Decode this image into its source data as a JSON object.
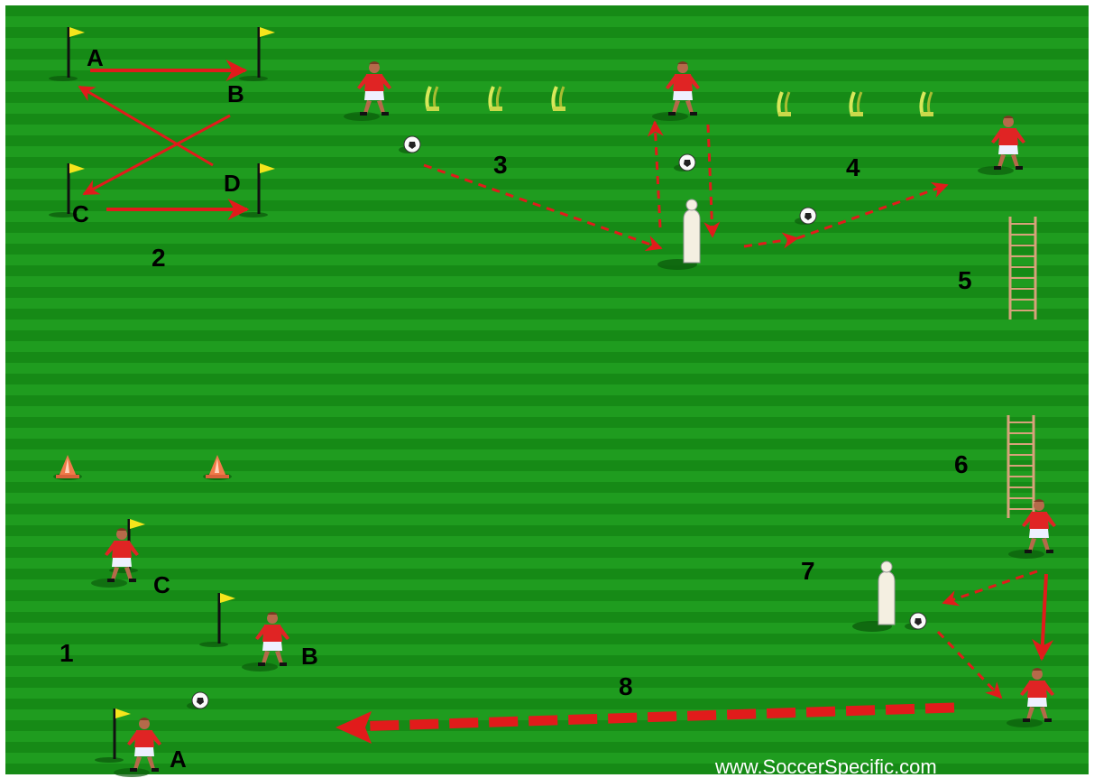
{
  "colors": {
    "grass_light": "#1f9c1f",
    "grass_dark": "#168a16",
    "arrow": "#e11b1b",
    "jersey": "#e02424",
    "shorts": "#eef0ff",
    "flag": "#f5e51c",
    "cone": "#f07a4a",
    "ladder": "#d7a27a",
    "mannequin": "#f4efe1",
    "pole": "#d8e85a"
  },
  "icons": [
    "player-icon",
    "flag-icon",
    "cone-icon",
    "ball-icon",
    "mannequin-icon",
    "ladder-icon",
    "slalom-pole-icon"
  ],
  "stations": {
    "s1": "1",
    "s2": "2",
    "s3": "3",
    "s4": "4",
    "s5": "5",
    "s6": "6",
    "s7": "7",
    "s8": "8"
  },
  "drill2_labels": {
    "a": "A",
    "b": "B",
    "c": "C",
    "d": "D"
  },
  "drill1_labels": {
    "a": "A",
    "b": "B",
    "c": "C"
  },
  "watermark": "www.SoccerSpecific.com"
}
